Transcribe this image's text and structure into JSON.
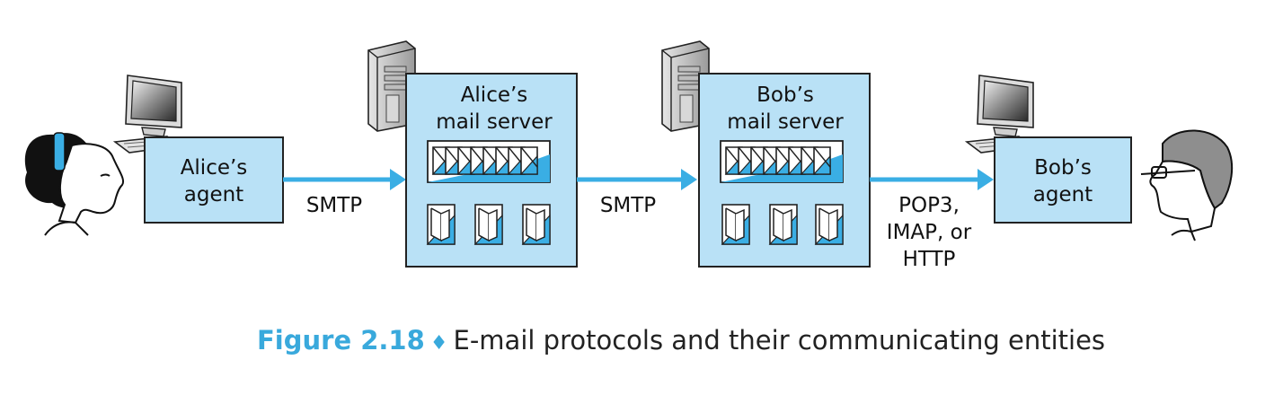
{
  "alice_agent": {
    "line1": "Alice’s",
    "line2": "agent"
  },
  "alice_server": {
    "line1": "Alice’s",
    "line2": "mail server"
  },
  "bob_server": {
    "line1": "Bob’s",
    "line2": "mail server"
  },
  "bob_agent": {
    "line1": "Bob’s",
    "line2": "agent"
  },
  "links": {
    "agent_to_server": "SMTP",
    "server_to_server": "SMTP",
    "server_to_agent": [
      "POP3,",
      "IMAP, or",
      "HTTP"
    ]
  },
  "caption": {
    "figure": "Figure 2.18",
    "separator": "♦",
    "text": "E-mail protocols and their communicating entities"
  },
  "colors": {
    "box_fill": "#b9e1f6",
    "box_stroke": "#222222",
    "arrow": "#3aaee4",
    "accent": "#39a9dc"
  }
}
